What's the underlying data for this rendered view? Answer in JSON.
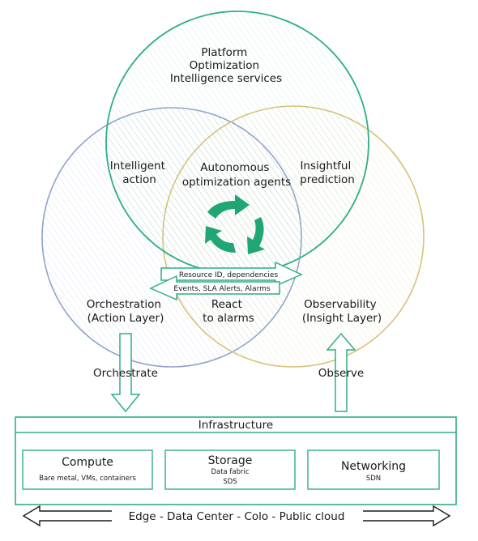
{
  "circles": {
    "top": {
      "lines": [
        "Platform",
        "Optimization",
        "Intelligence services"
      ],
      "color": "#2fae86"
    },
    "left": {
      "lines": [
        "Orchestration",
        "(Action Layer)"
      ],
      "color": "#8fa3c9"
    },
    "right": {
      "lines": [
        "Observability",
        "(Insight Layer)"
      ],
      "color": "#d8c27a"
    }
  },
  "overlaps": {
    "top_left": [
      "Intelligent",
      "action"
    ],
    "top_right": [
      "Insightful",
      "prediction"
    ],
    "center": [
      "Autonomous",
      "optimization agents"
    ],
    "left_right": [
      "React",
      "to alarms"
    ]
  },
  "arrows": {
    "resource": "Resource ID, dependencies",
    "events": "Events, SLA Alerts, Alarms",
    "orchestrate": "Orchestrate",
    "observe": "Observe"
  },
  "infrastructure": {
    "title": "Infrastructure",
    "boxes": [
      {
        "title": "Compute",
        "lines": [
          "Bare metal, VMs, containers"
        ]
      },
      {
        "title": "Storage",
        "lines": [
          "Data fabric",
          "SDS"
        ]
      },
      {
        "title": "Networking",
        "lines": [
          "SDN"
        ]
      }
    ]
  },
  "footer": "Edge - Data Center - Colo - Public cloud",
  "colors": {
    "accent_green": "#2fae86",
    "cycle_green": "#1fa673",
    "ink": "#1a1a1a"
  }
}
